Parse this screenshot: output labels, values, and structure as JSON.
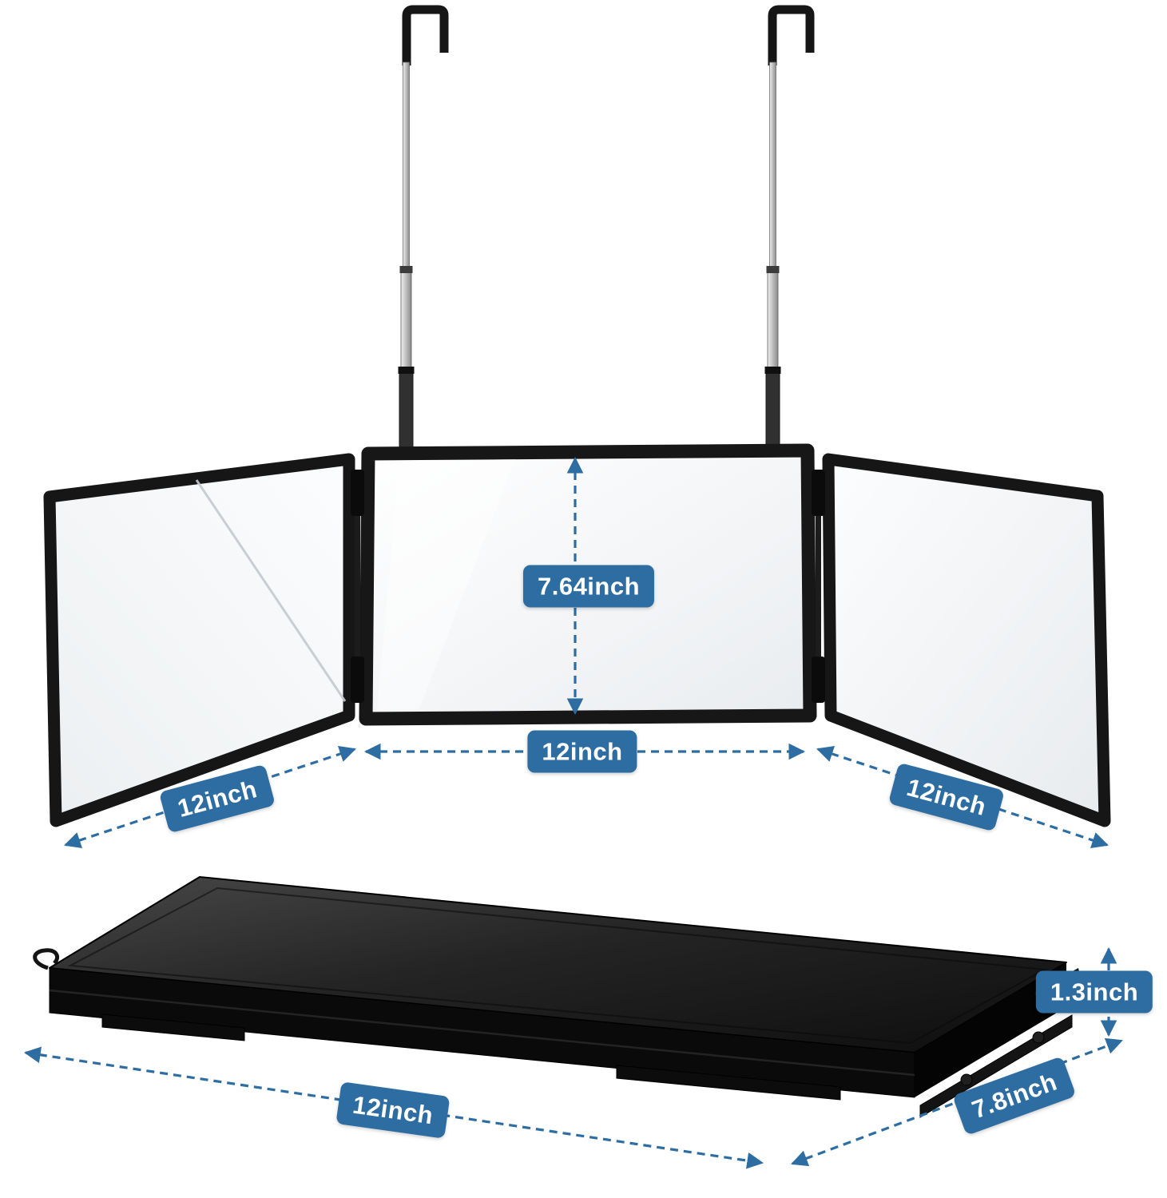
{
  "colors": {
    "dimension_accent": "#2d6da2",
    "mirror_frame": "#161616",
    "case_black": "#0a0a0a",
    "rod_silver": "#b9b9b9"
  },
  "dimensions": {
    "center_mirror_height": "7.64inch",
    "center_mirror_width": "12inch",
    "left_mirror_width": "12inch",
    "right_mirror_width": "12inch",
    "folded_length": "12inch",
    "folded_depth": "7.8inch",
    "folded_thickness": "1.3inch"
  }
}
